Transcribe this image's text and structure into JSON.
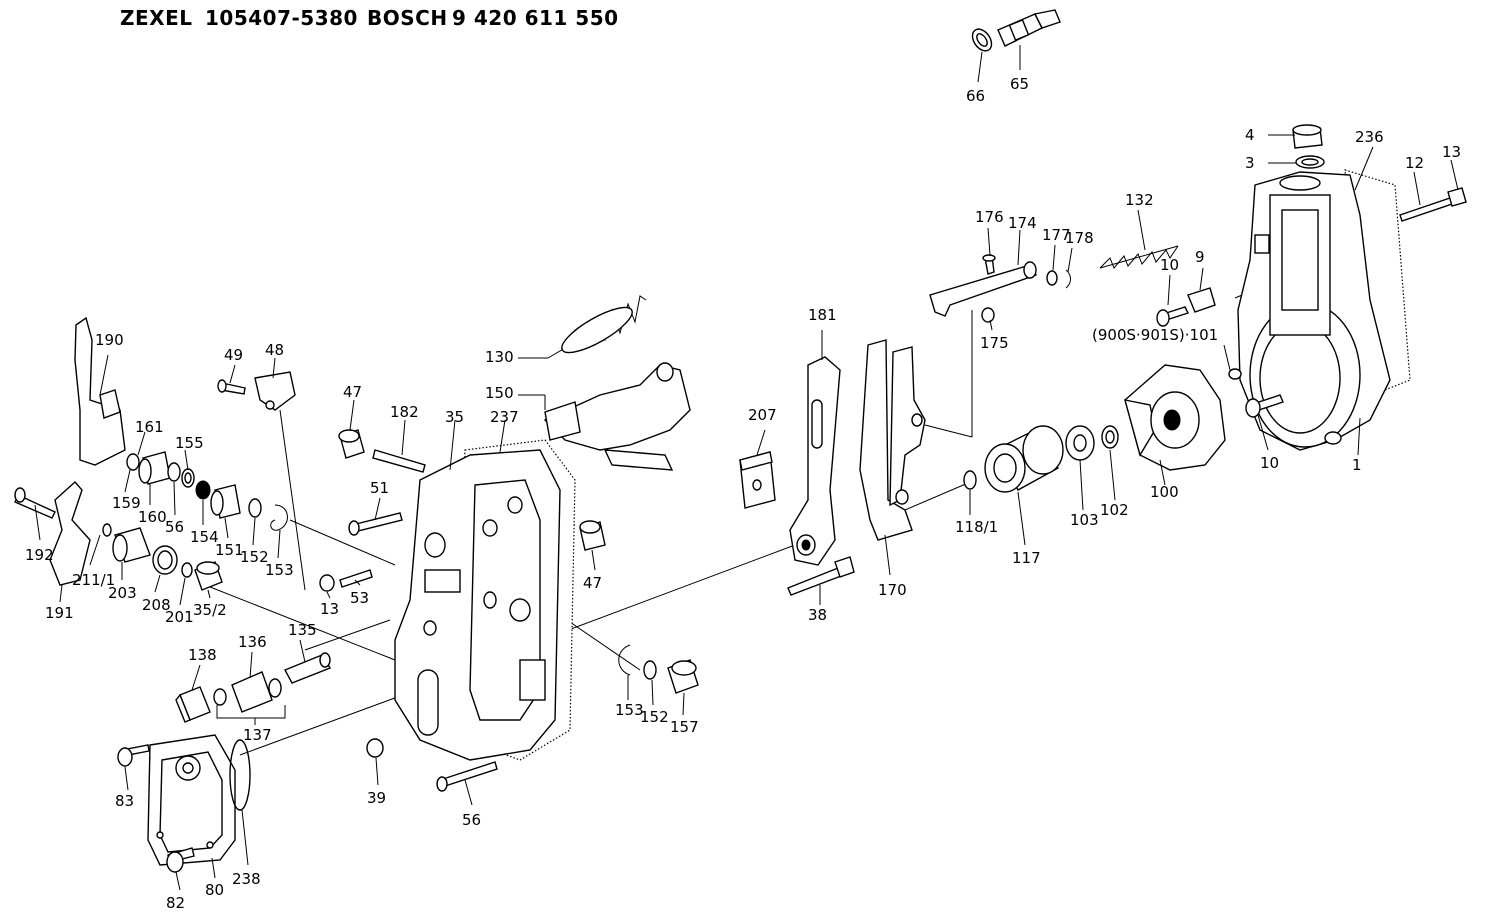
{
  "header": {
    "zexel_brand": "ZEXEL",
    "zexel_number": "105407-5380",
    "bosch_brand": "BOSCH",
    "bosch_number": "9 420 611 550"
  },
  "callouts": {
    "c66": "66",
    "c65": "65",
    "c4": "4",
    "c3": "3",
    "c236": "236",
    "c12": "12",
    "c13a": "13",
    "c132": "132",
    "c176": "176",
    "c174": "174",
    "c177": "177",
    "c178": "178",
    "c10a": "10",
    "c9": "9",
    "c175": "175",
    "c900s": "(900S·901S)·101",
    "c181": "181",
    "c130": "130",
    "c150": "150",
    "c207": "207",
    "c190": "190",
    "c49": "49",
    "c48": "48",
    "c47a": "47",
    "c182": "182",
    "c35": "35",
    "c237": "237",
    "c161": "161",
    "c155": "155",
    "c159": "159",
    "c160": "160",
    "c56a": "56",
    "c154": "154",
    "c151": "151",
    "c152a": "152",
    "c153a": "153",
    "c51": "51",
    "c192": "192",
    "c211": "211/1",
    "c203": "203",
    "c208": "208",
    "c201": "201",
    "c352": "35/2",
    "c191": "191",
    "c13b": "13",
    "c53": "53",
    "c47b": "47",
    "c1181": "118/1",
    "c117": "117",
    "c103": "103",
    "c102": "102",
    "c100": "100",
    "c10b": "10",
    "c1": "1",
    "c170": "170",
    "c38": "38",
    "c138": "138",
    "c136": "136",
    "c135": "135",
    "c137": "137",
    "c153b": "153",
    "c152b": "152",
    "c157": "157",
    "c83": "83",
    "c39": "39",
    "c56b": "56",
    "c238": "238",
    "c80": "80",
    "c82": "82"
  }
}
